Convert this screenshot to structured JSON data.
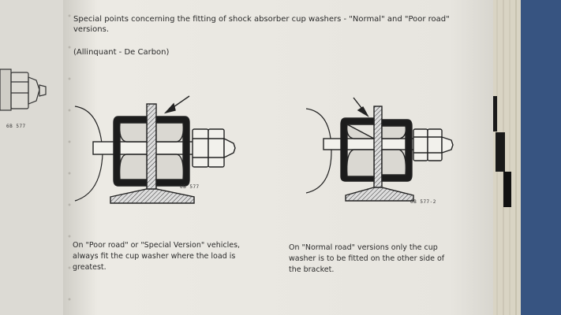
{
  "manual_page": {
    "heading_line1": "Special points concerning the fitting of shock absorber cup washers - \"Normal\" and \"Poor road\"",
    "heading_line2": "versions.",
    "subheading": "(Allinquant - De Carbon)",
    "left_figure": {
      "ref": "6B 577",
      "caption_line1": "On \"Poor road\" or \"Special Version\" vehicles,",
      "caption_line2": "always fit the cup washer where the load is",
      "caption_line3": "greatest."
    },
    "right_figure": {
      "ref": "6B 577-2",
      "caption_line1": "On \"Normal road\" versions only the cup",
      "caption_line2": "washer is to be fitted on the other side of",
      "caption_line3": "the bracket."
    },
    "facing_page_ref": "6B 577"
  },
  "colors": {
    "background_fabric": "#3d5a8a",
    "paper": "#e9e8e2",
    "ink": "#2a2a2a",
    "index_tab": "#1a1a1a"
  }
}
